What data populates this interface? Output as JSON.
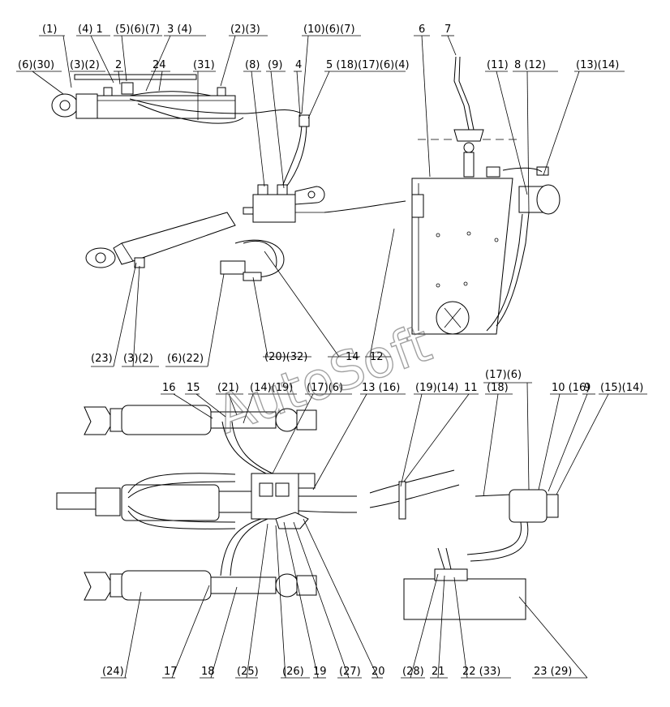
{
  "watermark": "AutoSoft",
  "labels": [
    {
      "id": "l1",
      "text": "(1)"
    },
    {
      "id": "l2",
      "text": "(4) 1"
    },
    {
      "id": "l3",
      "text": "(5)(6)(7)"
    },
    {
      "id": "l4",
      "text": "3 (4)"
    },
    {
      "id": "l5",
      "text": "(2)(3)"
    },
    {
      "id": "l6",
      "text": "(10)(6)(7)"
    },
    {
      "id": "l7",
      "text": "6"
    },
    {
      "id": "l8",
      "text": "7"
    },
    {
      "id": "l9",
      "text": "(6)(30)"
    },
    {
      "id": "l10",
      "text": "(3)(2)"
    },
    {
      "id": "l11",
      "text": "2"
    },
    {
      "id": "l12",
      "text": "24"
    },
    {
      "id": "l13",
      "text": "(31)"
    },
    {
      "id": "l14",
      "text": "(8)"
    },
    {
      "id": "l15",
      "text": "(9)"
    },
    {
      "id": "l16",
      "text": "4"
    },
    {
      "id": "l17",
      "text": "5 (18)(17)(6)(4)"
    },
    {
      "id": "l18",
      "text": "(11)"
    },
    {
      "id": "l19",
      "text": "8 (12)"
    },
    {
      "id": "l20",
      "text": "(13)(14)"
    },
    {
      "id": "l21",
      "text": "(23)"
    },
    {
      "id": "l22",
      "text": "(3)(2)"
    },
    {
      "id": "l23",
      "text": "(6)(22)"
    },
    {
      "id": "l24",
      "text": "(20)(32)"
    },
    {
      "id": "l25",
      "text": "14"
    },
    {
      "id": "l26",
      "text": "12"
    },
    {
      "id": "l27",
      "text": "(17)(6)"
    },
    {
      "id": "l28",
      "text": "16"
    },
    {
      "id": "l29",
      "text": "15"
    },
    {
      "id": "l30",
      "text": "(21)"
    },
    {
      "id": "l31",
      "text": "(14)(19)"
    },
    {
      "id": "l32",
      "text": "(17)(6)"
    },
    {
      "id": "l33",
      "text": "13 (16)"
    },
    {
      "id": "l34",
      "text": "(19)(14)"
    },
    {
      "id": "l35",
      "text": "11"
    },
    {
      "id": "l36",
      "text": "(18)"
    },
    {
      "id": "l37",
      "text": "10 (16)"
    },
    {
      "id": "l38",
      "text": "9"
    },
    {
      "id": "l39",
      "text": "(15)(14)"
    },
    {
      "id": "l40",
      "text": "(24)"
    },
    {
      "id": "l41",
      "text": "17"
    },
    {
      "id": "l42",
      "text": "18"
    },
    {
      "id": "l43",
      "text": "(25)"
    },
    {
      "id": "l44",
      "text": "(26)"
    },
    {
      "id": "l45",
      "text": "19"
    },
    {
      "id": "l46",
      "text": "(27)"
    },
    {
      "id": "l47",
      "text": "20"
    },
    {
      "id": "l48",
      "text": "(28)"
    },
    {
      "id": "l49",
      "text": "21"
    },
    {
      "id": "l50",
      "text": "22 (33)"
    },
    {
      "id": "l51",
      "text": "23 (29)"
    }
  ]
}
